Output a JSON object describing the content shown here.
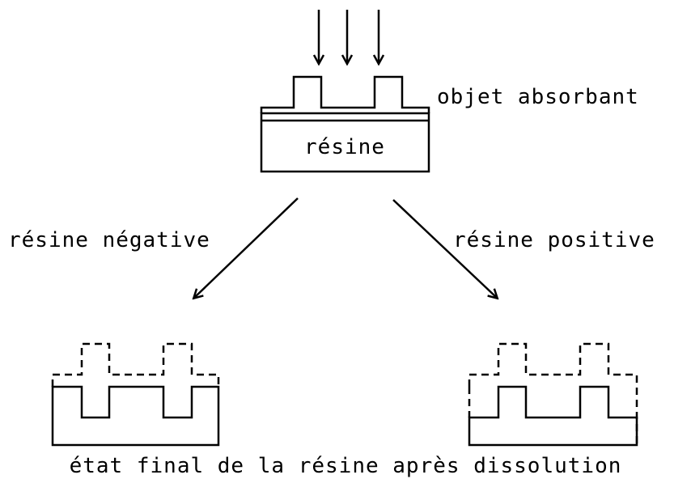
{
  "labels": {
    "absorbing_object": "objet absorbant",
    "resin": "résine",
    "negative_resin": "résine négative",
    "positive_resin": "résine positive",
    "final_state": "état final de la résine après dissolution"
  }
}
